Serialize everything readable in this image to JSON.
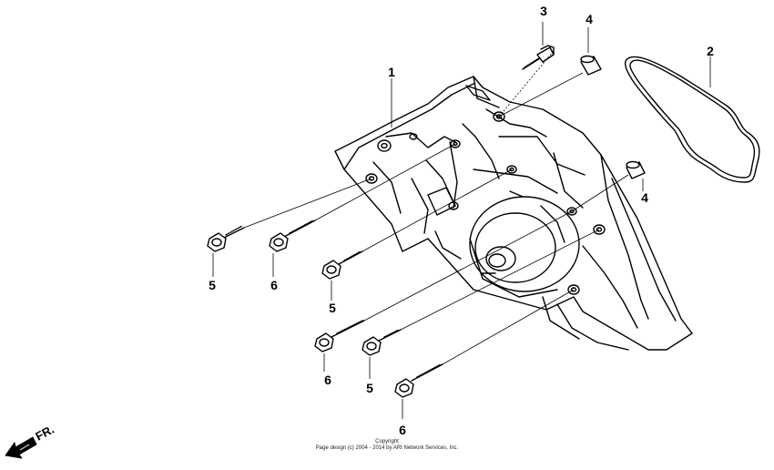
{
  "callouts": {
    "c1": "1",
    "c2": "2",
    "c3": "3",
    "c4a": "4",
    "c4b": "4",
    "c5a": "5",
    "c5b": "5",
    "c5c": "5",
    "c6a": "6",
    "c6b": "6",
    "c6c": "6"
  },
  "direction": {
    "label": "FR."
  },
  "copyright": {
    "line1": "Copyright",
    "line2": "Page design (c) 2004 - 2014 by ARI Network Services, Inc."
  }
}
